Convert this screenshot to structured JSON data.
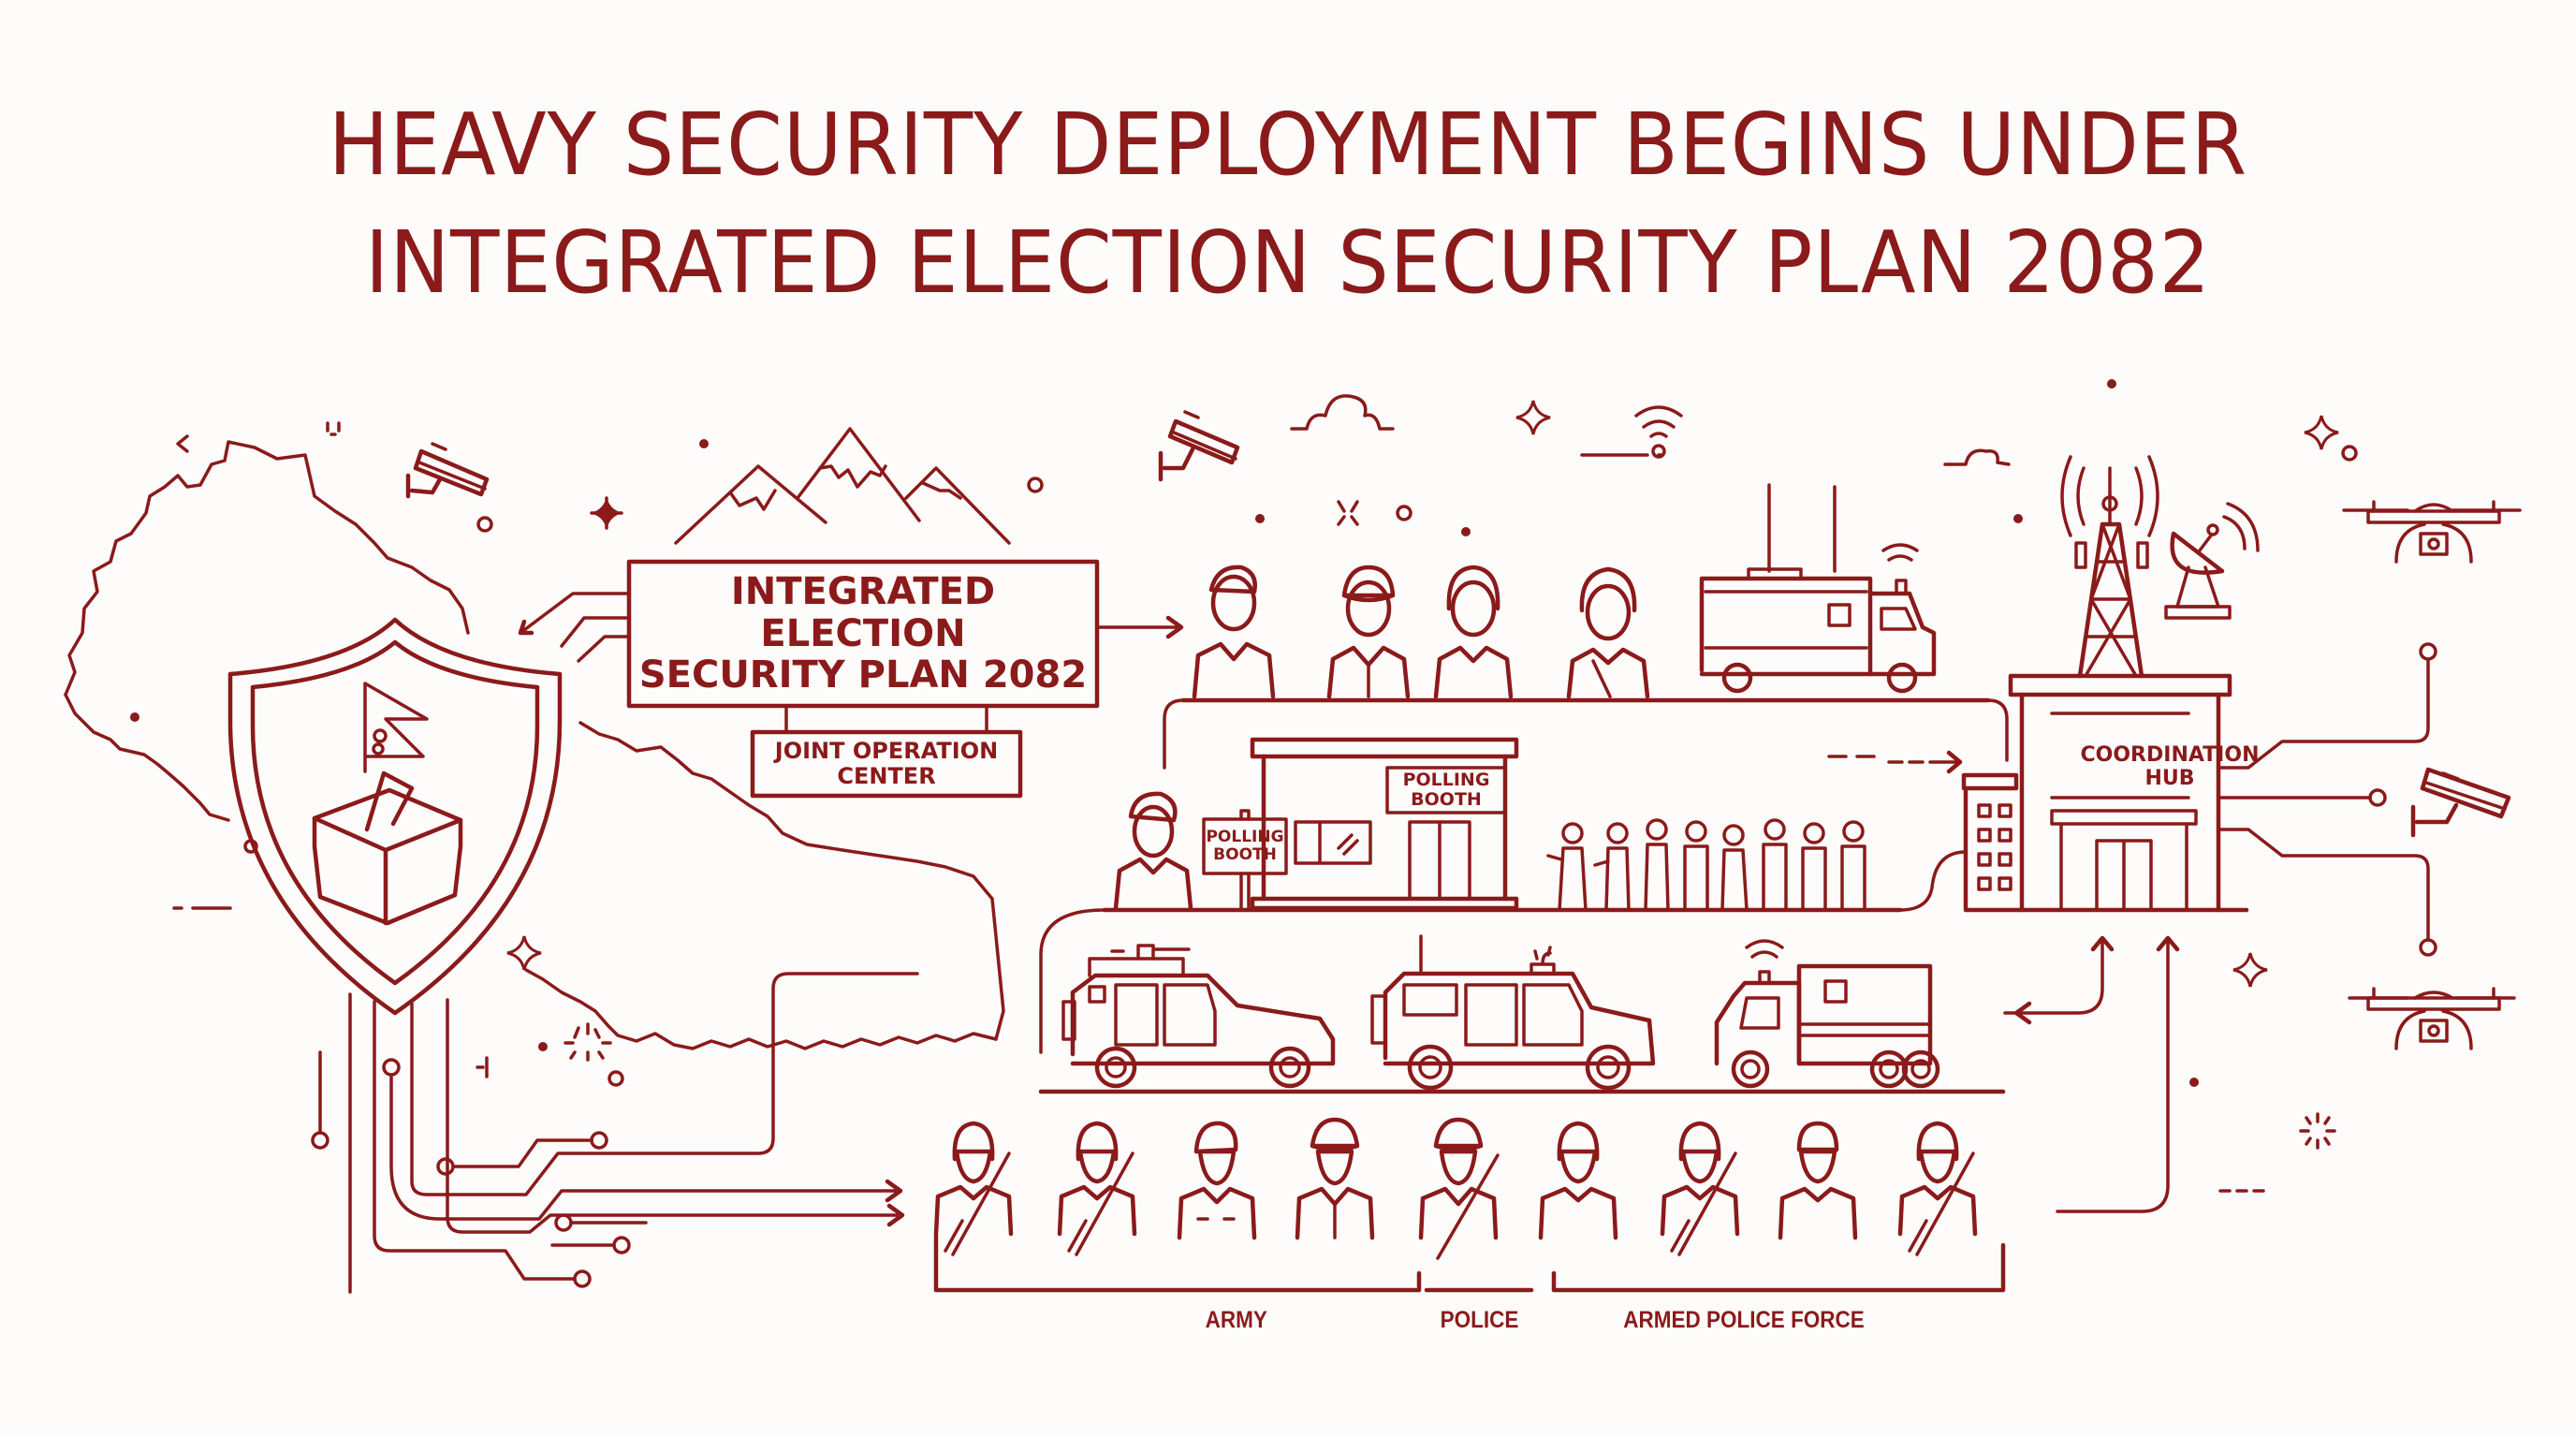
{
  "headline": {
    "line1": "HEAVY SECURITY DEPLOYMENT BEGINS UNDER",
    "line2": "INTEGRATED ELECTION SECURITY PLAN 2082"
  },
  "plan_box": {
    "line1": "INTEGRATED ELECTION",
    "line2": "SECURITY PLAN 2082"
  },
  "joint_operation_center": {
    "line1": "JOINT OPERATION",
    "line2": "CENTER"
  },
  "polling": {
    "sign_line1": "POLLING",
    "sign_line2": "BOOTH",
    "building_line1": "POLLING",
    "building_line2": "BOOTH"
  },
  "coordination_hub": {
    "line1": "COORDINATION",
    "line2": "HUB"
  },
  "forces": [
    {
      "label": "ARMY"
    },
    {
      "label": "POLICE"
    },
    {
      "label": "ARMED POLICE FORCE"
    }
  ],
  "icons": [
    "nepal-map-outline",
    "shield-icon",
    "nepal-flag-icon",
    "ballot-box-icon",
    "mountains-icon",
    "cctv-camera-icon",
    "cloud-icon",
    "wifi-signal-icon",
    "security-personnel-icon",
    "command-truck-icon",
    "polling-booth-building",
    "voter-queue-icon",
    "armored-vehicle-icon",
    "patrol-suv-icon",
    "transport-truck-icon",
    "armed-soldier-icon",
    "police-officer-icon",
    "communication-tower-icon",
    "satellite-dish-icon",
    "drone-icon",
    "coordination-hub-building"
  ],
  "colors": {
    "primary": "#8b1a1a",
    "background": "#fdfcfb"
  }
}
